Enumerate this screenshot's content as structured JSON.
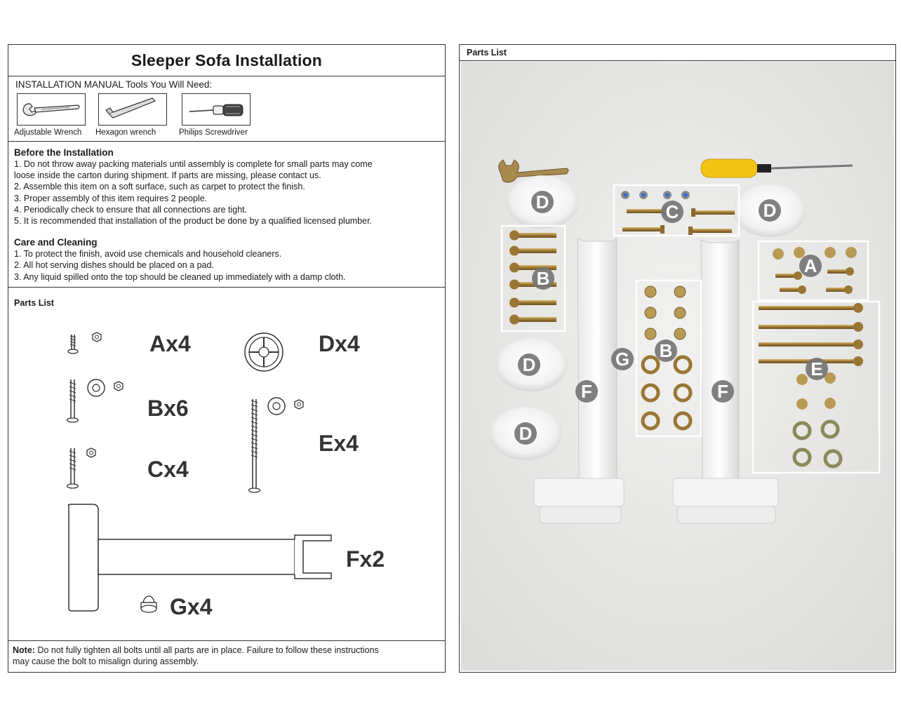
{
  "left": {
    "title": "Sleeper Sofa Installation",
    "tools_heading": "INSTALLATION MANUAL  Tools You Will Need:",
    "tools": [
      {
        "label": "Adjustable Wrench",
        "icon": "wrench-icon"
      },
      {
        "label": "Hexagon wrench",
        "icon": "hex-key-icon"
      },
      {
        "label": "Philips Screwdriver",
        "icon": "screwdriver-icon"
      }
    ],
    "before": {
      "title": "Before the Installation",
      "lines": [
        "1. Do not throw away packing materials until assembly is complete for small parts may come",
        "loose inside the carton during shipment. If parts are missing, please contact us.",
        "2. Assemble this item on a soft surface, such as carpet to protect the finish.",
        "3. Proper assembly of this item requires 2 people.",
        "4. Periodically check to ensure that all connections are tight.",
        "5. It is recommended that installation of the product be done by a qualified licensed plumber."
      ]
    },
    "care": {
      "title": "Care and Cleaning",
      "lines": [
        "1. To protect the finish, avoid use chemicals and household cleaners.",
        "2. All hot serving dishes should be placed on a pad.",
        "3. Any liquid spilled onto the top should be cleaned up immediately with a damp cloth."
      ]
    },
    "parts_heading": "Parts List",
    "parts": {
      "a": "Ax4",
      "b": "Bx6",
      "c": "Cx4",
      "d": "Dx4",
      "e": "Ex4",
      "f": "Fx2",
      "g": "Gx4"
    },
    "note_label": "Note:",
    "note_text": " Do not fully tighten all bolts until all parts are in place. Failure to follow these instructions",
    "note_text2": "may cause the bolt to misalign during assembly."
  },
  "right": {
    "heading": "Parts List",
    "labels": {
      "a": "A",
      "b": "B",
      "c": "C",
      "d": "D",
      "e": "E",
      "f": "F",
      "g": "G"
    }
  }
}
